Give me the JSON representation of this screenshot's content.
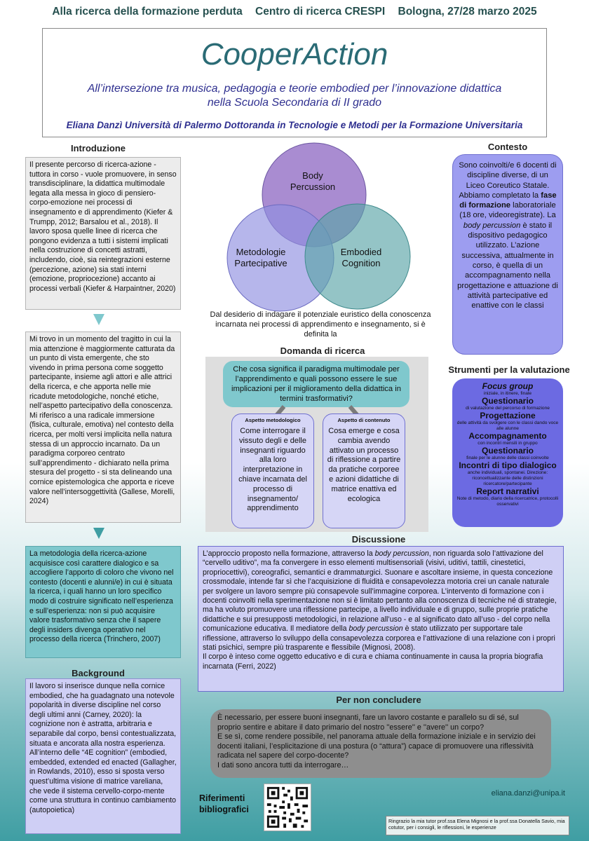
{
  "header": {
    "event": "Alla ricerca della formazione perduta",
    "center": "Centro di ricerca CRESPI",
    "place_date": "Bologna, 27/28 marzo 2025"
  },
  "title": "CooperAction",
  "subtitle_line1": "All’intersezione tra musica, pedagogia e teorie embodied per l’innovazione didattica",
  "subtitle_line2": "nella Scuola Secondaria di II grado",
  "author": "Eliana Danzì Università di Palermo Dottoranda in Tecnologie e Metodi per la Formazione Universitaria",
  "introduzione": {
    "heading": "Introduzione",
    "p1": "Il presente percorso di ricerca-azione - tuttora in corso - vuole promuovere, in senso transdisciplinare, la didattica multimodale legata alla messa in gioco di pensiero-corpo-emozione nei processi di insegnamento e di apprendimento (Kiefer & Trumpp, 2012; Barsalou et al., 2018).  Il lavoro sposa quelle linee di ricerca che pongono evidenza a tutti i sistemi implicati nella costruzione di concetti astratti, includendo, cioè, sia reintegrazioni esterne (percezione, azione) sia stati interni (emozione, propriocezione) accanto ai processi verbali (Kiefer & Harpaintner, 2020)",
    "p2": "Mi trovo in un momento del tragitto in cui la mia attenzione è maggiormente catturata da un punto di vista emergente, che sto vivendo in prima persona come soggetto partecipante, insieme agli attori e alle attrici della ricerca, e che apporta nelle mie ricadute metodologiche, nonché etiche, nell’aspetto partecipativo della conoscenza. Mi riferisco a una radicale immersione (fisica, culturale, emotiva) nel contesto della ricerca, per molti versi implicita nella natura stessa di un approccio incarnato. Da un paradigma corporeo centrato sull’apprendimento - dichiarato nella prima stesura del progetto - si sta delineando una cornice epistemologica che apporta e riceve valore nell’intersoggettività (Gallese, Morelli, 2024)",
    "p3": "La metodologia della ricerca-azione acquisisce così carattere dialogico e sa accogliere l’apporto di coloro che vivono nel contesto (docenti e alunni/e) in cui è situata la ricerca, i quali hanno un loro specifico modo di costruire significato nell’esperienza e sull’esperienza: non si può acquisire valore trasformativo senza che il sapere degli insiders divenga operativo nel processo della ricerca (Trinchero, 2007)"
  },
  "background": {
    "heading": "Background",
    "text": "Il lavoro si inserisce dunque nella cornice embodied, che ha guadagnato una notevole popolarità in diverse discipline nel corso degli ultimi anni (Carney, 2020): la cognizione non è astratta, arbitraria e separabile dal corpo, bensì contestualizzata, situata e ancorata alla nostra esperienza. All’interno delle “4E cognition” (embodied, embedded, extended ed enacted (Gallagher, in Rowlands, 2010), esso si sposta verso quest’ultima visione di matrice vareliana, che vede il sistema cervello-corpo-mente come una struttura in continuo cambiamento (autopoietica)"
  },
  "venn": {
    "top": "Body Percussion",
    "left": "Metodologie Partecipative",
    "right": "Embodied Cognition",
    "colors": {
      "top": "#9a78c9",
      "left": "#8f8fe0",
      "right": "#5aa5a8"
    },
    "caption": "Dal desiderio di indagare il potenziale euristico della conoscenza incarnata nei processi di apprendimento e insegnamento, si è definita la"
  },
  "domanda": {
    "heading": "Domanda di ricerca",
    "question": "Che cosa significa il paradigma multimodale per l’apprendimento e quali possono essere le sue implicazioni per il miglioramento della didattica in termini trasformativi?",
    "metodologico_title": "Aspetto metodologico",
    "metodologico_text": "Come interrogare il vissuto degli e delle insegnanti riguardo alla loro interpretazione in chiave incarnata del processo di insegnamento/ apprendimento",
    "contenuto_title": "Aspetto di contenuto",
    "contenuto_text": "Cosa emerge e cosa cambia avendo attivato un processo di riflessione a partire da pratiche corporee e azioni didattiche di matrice enattiva ed ecologica"
  },
  "contesto": {
    "heading": "Contesto",
    "pre": "Sono coinvolti/e 6 docenti di discipline diverse, di un Liceo Coreutico Statale. Abbiamo completato la",
    "bold": "fase di formazione",
    "mid": "laboratoriale (18 ore, videoregistrate). La",
    "italic": "body percussion",
    "post": "è stato il dispositivo pedagogico utilizzato. L’azione successiva, attualmente in corso, è quella di un accompagnamento nella progettazione e attuazione di attività partecipative ed enattive con le classi"
  },
  "strumenti": {
    "heading": "Strumenti per la valutazione",
    "items": [
      {
        "title": "Focus group",
        "note": "iniziale, in itinere, finale"
      },
      {
        "title": "Questionario",
        "note": "di valutazione del percorso di formazione"
      },
      {
        "title": "Progettazione",
        "note": "delle attività da svolgere con le classi dando voce alle alunne"
      },
      {
        "title": "Accompagnamento",
        "note": "con incontri mensili in gruppo"
      },
      {
        "title": "Questionario",
        "note": "finale per le alunne delle classi coinvolte"
      },
      {
        "title": "Incontri di tipo dialogico",
        "note": "anche individuali, spontanei. Direzione: riconcettualizzante delle distinzioni ricercatore/partecipante"
      },
      {
        "title": "Report narrativi",
        "note": "Note di metodo, diario della ricercatrice, protocolli osservativi"
      }
    ]
  },
  "discussione": {
    "heading": "Discussione",
    "s1": "L’approccio proposto nella formazione, attraverso la",
    "i1": "body percussion",
    "s2": ", non riguarda solo l’attivazione del “cervello uditivo”, ma fa convergere in esso elementi multisensoriali (visivi, uditivi, tattili, cinestetici, propriocettivi), coreografici, semantici e drammaturgici. Suonare e ascoltare insieme, in questa concezione crossmodale, intende far sì che l’acquisizione di fluidità e consapevolezza motoria crei un canale naturale per svolgere un lavoro sempre più consapevole sull’immagine corporea. L’intervento di formazione con i docenti coinvolti nella sperimentazione non si è limitato pertanto alla conoscenza di tecniche né di strategie, ma ha voluto promuovere una riflessione partecipe, a livello individuale e di gruppo, sulle proprie pratiche didattiche e sui presupposti metodologici, in relazione all’uso - e al significato dato all’uso - del corpo nella comunicazione educativa. Il mediatore della",
    "i2": "body percussion",
    "s3": "è stato utilizzato per supportare tale riflessione, attraverso lo sviluppo della consapevolezza corporea e l’attivazione di una relazione con i propri stati psichici, sempre più trasparente e flessibile (Mignosi, 2008).",
    "s4": "Il corpo è inteso come oggetto educativo e di cura e chiama continuamente in causa la propria biografia incarnata (Ferri, 2022)"
  },
  "per_non_concludere": {
    "heading": "Per non concludere",
    "p1": "È necessario, per essere buoni insegnanti, fare un lavoro costante e parallelo su di sé, sul proprio sentire e abitare il dato primario del nostro ''essere'' e ''avere'' un corpo?",
    "p2": "E se sì, come rendere possibile, nel panorama attuale della formazione iniziale e in servizio dei docenti italiani, l’esplicitazione di una postura (o “attura”) capace di promuovere una riflessività radicata nel sapere del corpo-docente?",
    "p3": "I dati sono ancora tutti da interrogare…"
  },
  "riferimenti": {
    "line1": "Riferimenti",
    "line2": "bibliografici"
  },
  "email": "eliana.danzi@unipa.it",
  "thanks": "Ringrazio la mia tutor prof.ssa Elena Mignosi e la prof.ssa Donatella Savio, mia cotutor, per i consigli, le riflessioni, le esperienze"
}
